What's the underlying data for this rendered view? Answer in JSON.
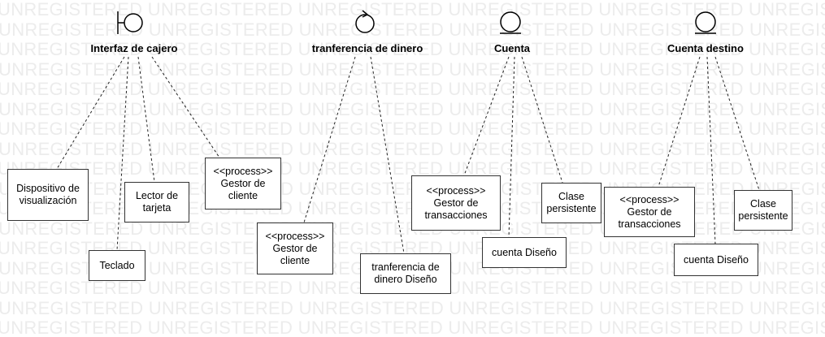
{
  "watermark": "UNREGISTERED",
  "objects": [
    {
      "name": "Interfaz  de cajero"
    },
    {
      "name": "tranferencia de dinero"
    },
    {
      "name": "Cuenta"
    },
    {
      "name": "Cuenta destino"
    }
  ],
  "boxes": [
    {
      "label": "Dispositivo de visualización"
    },
    {
      "label": "Teclado"
    },
    {
      "label": "Lector de tarjeta"
    },
    {
      "label": "<<process>> Gestor de cliente"
    },
    {
      "label": "<<process>> Gestor de cliente"
    },
    {
      "label": "tranferencia de dinero Diseño"
    },
    {
      "label": "<<process>> Gestor de transacciones"
    },
    {
      "label": "cuenta Diseño"
    },
    {
      "label": "Clase persistente"
    },
    {
      "label": "<<process>> Gestor de transacciones"
    },
    {
      "label": "cuenta Diseño"
    },
    {
      "label": "Clase persistente"
    }
  ],
  "icons": [
    {
      "type": "boundary"
    },
    {
      "type": "control"
    },
    {
      "type": "entity"
    },
    {
      "type": "entity"
    }
  ]
}
